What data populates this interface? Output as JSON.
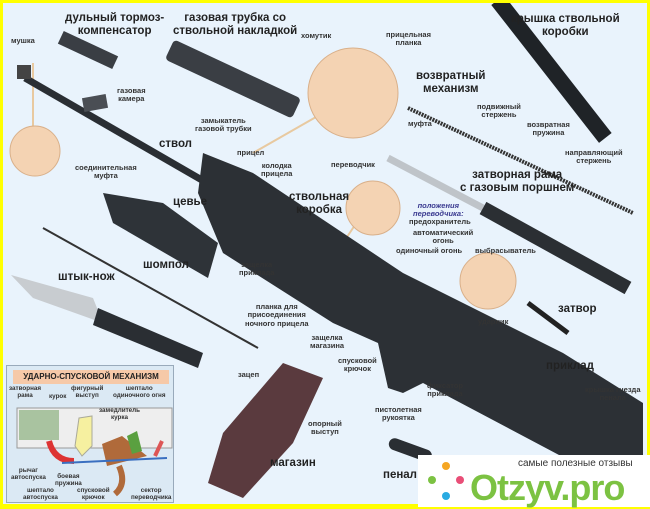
{
  "parts": {
    "muzzle_brake": "дульный тормоз-\nкомпенсатор",
    "gas_tube": "газовая трубка со\nствольной накладкой",
    "front_sight": "мушка",
    "gas_chamber": "газовая\nкамера",
    "barrel": "ствол",
    "coupling": "соединительная\nмуфта",
    "gas_tube_lock": "замыкатель\nгазовой трубки",
    "rear_sight": "прицел",
    "sight_block": "колодка\nприцела",
    "clamp": "хомутик",
    "sight_leaf": "прицельная\nпланка",
    "recoil_mechanism": "возвратный\nмеханизм",
    "sleeve": "муфта",
    "movable_rod": "подвижный\nстержень",
    "recoil_spring": "возвратная\nпружина",
    "guide_rod": "направляющий\nстержень",
    "receiver_cover": "крышка ствольной\nкоробки",
    "selector": "переводчик",
    "receiver": "ствольная\nкоробка",
    "bolt_carrier": "затворная рама\nс газовым поршнем",
    "selector_positions": "положения\nпереводчика:",
    "safe": "предохранитель",
    "auto_fire": "автоматический\nогонь",
    "single_fire": "одиночный огонь",
    "ejector": "выбрасыватель",
    "handguard": "цевье",
    "stock_latch": "защелка\nприклада",
    "cleaning_rod": "шомпол",
    "bayonet": "штык-нож",
    "bolt": "затвор",
    "firing_pin": "ударник",
    "night_sight_rail": "планка для\nприсоединения\nночного прицела",
    "magazine_latch": "защелка\nмагазина",
    "trigger": "спусковой\nкрючок",
    "stock": "приклад",
    "hook": "зацеп",
    "case_cover": "крышка гнезда\nпенала",
    "stock_lock": "фиксатор\nприклада",
    "support_lug": "опорный\nвыступ",
    "pistol_grip": "пистолетная\nрукоятка",
    "magazine": "магазин",
    "case": "пенал"
  },
  "inset": {
    "title": "УДАРНО-СПУСКОВОЙ МЕХАНИЗМ",
    "bolt_carrier": "затворная\nрама",
    "hammer": "курок",
    "shaped_lug": "фигурный\nвыступ",
    "single_sear": "шептало\nодиночного огня",
    "hammer_retarder": "замедлитель\nкурка",
    "auto_lever": "рычаг\nавтоспуска",
    "mainspring": "боевая\nпружина",
    "auto_sear": "шептало\nавтоспуска",
    "trigger": "спусковой\nкрючок",
    "selector_sector": "сектор\nпереводчика"
  },
  "watermark": {
    "tagline": "самые полезные отзывы",
    "brand": "Otzyv.pro"
  }
}
